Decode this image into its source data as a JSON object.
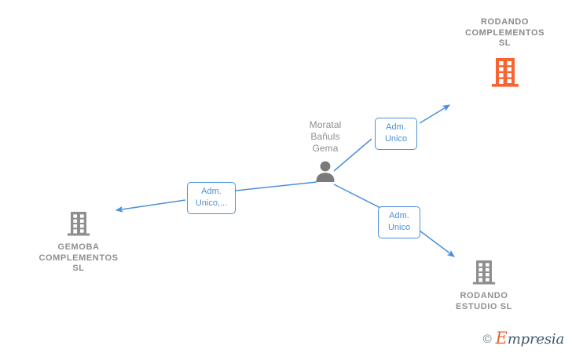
{
  "diagram": {
    "type": "corporate-relationship-graph",
    "colors": {
      "accent_blue": "#4a90d9",
      "node_gray": "#8f8f8f",
      "root_orange": "#F96332",
      "brand_orange": "#e8622a",
      "brand_dark": "#3d566e",
      "background": "#ffffff"
    },
    "nodes": [
      {
        "id": "rodando-complementos",
        "kind": "company",
        "label": "RODANDO\nCOMPLEMENTOS\nSL",
        "icon": "building-icon",
        "icon_color": "#F96332",
        "highlight": true
      },
      {
        "id": "moratal-banuls-gema",
        "kind": "person",
        "label": "Moratal\nBañuls\nGema",
        "icon": "person-icon",
        "icon_color": "#7a7a7a"
      },
      {
        "id": "gemoba-complementos",
        "kind": "company",
        "label": "GEMOBA\nCOMPLEMENTOS\nSL",
        "icon": "building-icon",
        "icon_color": "#8f8f8f",
        "highlight": false
      },
      {
        "id": "rodando-estudio",
        "kind": "company",
        "label": "RODANDO\nESTUDIO  SL",
        "icon": "building-icon",
        "icon_color": "#8f8f8f",
        "highlight": false
      }
    ],
    "edges": [
      {
        "id": "edge-to-rodando-complementos",
        "from": "moratal-banuls-gema",
        "to": "rodando-complementos",
        "role_label": "Adm.\nUnico",
        "direction": "to-target"
      },
      {
        "id": "edge-to-gemoba",
        "from": "moratal-banuls-gema",
        "to": "gemoba-complementos",
        "role_label": "Adm.\nUnico,...",
        "direction": "to-target"
      },
      {
        "id": "edge-to-rodando-estudio",
        "from": "moratal-banuls-gema",
        "to": "rodando-estudio",
        "role_label": "Adm.\nUnico",
        "direction": "to-target"
      }
    ]
  },
  "watermark": {
    "copyright": "©",
    "brand_initial": "E",
    "brand_rest": "mpresia"
  }
}
